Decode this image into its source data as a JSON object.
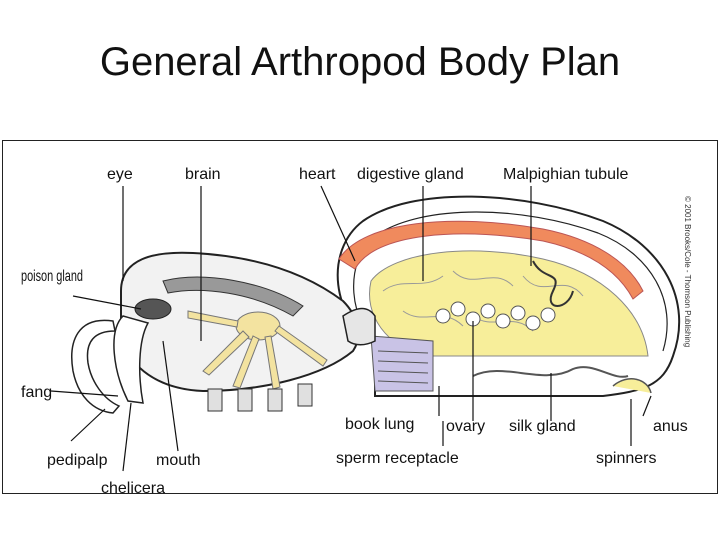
{
  "slide": {
    "title": "General Arthropod Body Plan"
  },
  "figure": {
    "labels": {
      "eye": "eye",
      "brain": "brain",
      "heart": "heart",
      "digestive_gland": "digestive gland",
      "malpighian_tubule": "Malpighian tubule",
      "poison_gland": "poison gland",
      "fang": "fang",
      "pedipalp": "pedipalp",
      "mouth": "mouth",
      "chelicera": "chelicera",
      "book_lung": "book lung",
      "ovary": "ovary",
      "silk_gland": "silk gland",
      "anus": "anus",
      "sperm_receptacle": "sperm receptacle",
      "spinners": "spinners"
    },
    "credit": "© 2001 Brooks/Cole - Thomson Publishing",
    "colors": {
      "heart": "#f08a5d",
      "gland": "#f7ee9a",
      "nerve": "#f3e3a0",
      "lung": "#c9c3e6",
      "outline": "#222222",
      "dark": "#555555"
    }
  }
}
